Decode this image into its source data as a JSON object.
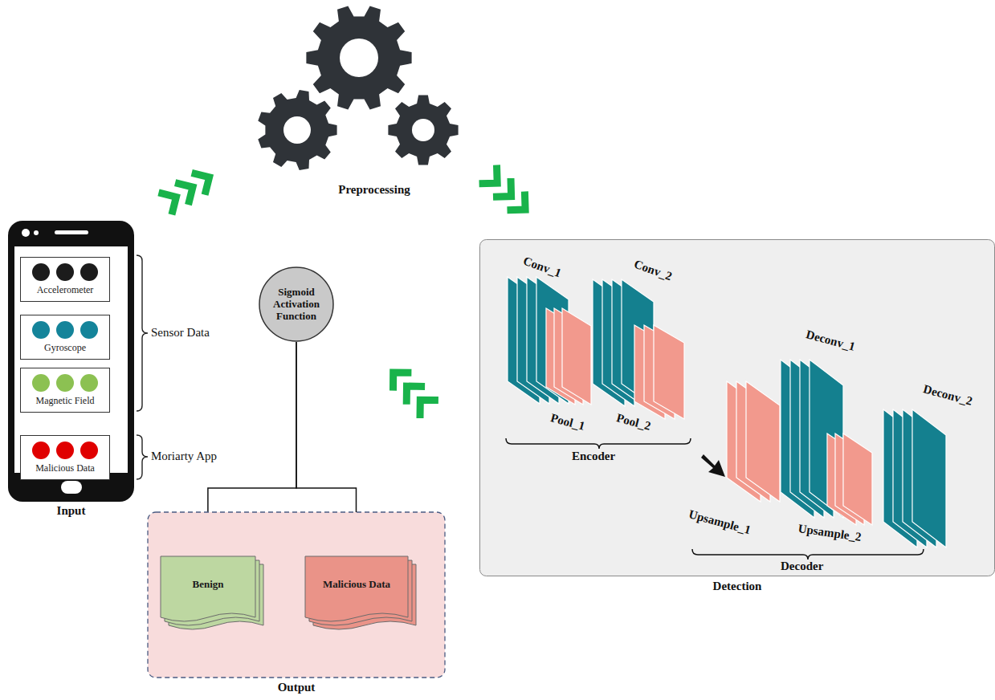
{
  "diagram": {
    "nodes": [
      {
        "text": [
          "Input"
        ]
      },
      {
        "text": [
          "Accelerometer"
        ],
        "in": 0
      },
      {
        "text": [
          "Gyroscope"
        ],
        "in": 0
      },
      {
        "text": [
          "Magnetic Field"
        ],
        "in": 0
      },
      {
        "text": [
          "Malicious Data"
        ],
        "in": 0
      },
      {
        "text": [
          "Preprocessing"
        ]
      },
      {
        "text": [
          "Detection"
        ]
      },
      {
        "text": [
          "Sigmoid Activation Function"
        ]
      },
      {
        "text": [
          "Output"
        ]
      },
      {
        "text": [
          "Benign"
        ],
        "in": 8
      },
      {
        "text": [
          "Malicious Data"
        ],
        "in": 8
      }
    ],
    "edges": [
      {
        "from": 0,
        "to": 5,
        "arrow": "to"
      },
      {
        "from": 5,
        "to": 6,
        "arrow": "to"
      },
      {
        "from": 6,
        "to": 7,
        "arrow": "to"
      },
      {
        "from": 7,
        "to": 9,
        "arrow": "to"
      },
      {
        "from": 7,
        "to": 10,
        "arrow": "to"
      }
    ],
    "labels": [
      "Sensor Data",
      "Moriarty App",
      "Conv_1",
      "Conv_2",
      "Pool_1",
      "Pool_2",
      "Encoder",
      "Deconv_1",
      "Deconv_2",
      "Upsample_1",
      "Upsample_2",
      "Decoder"
    ]
  }
}
